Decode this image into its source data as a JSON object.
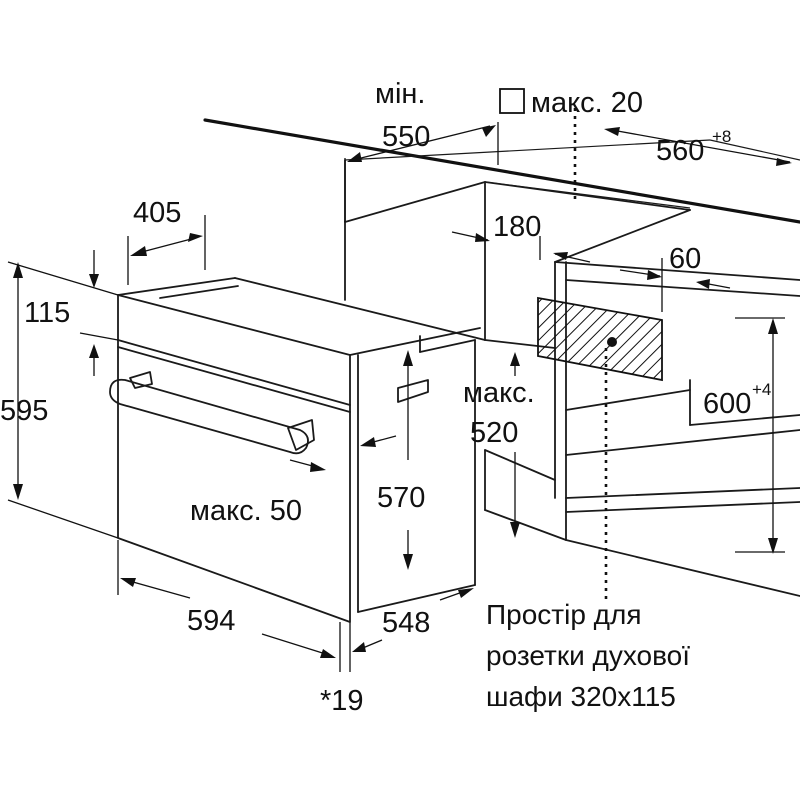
{
  "diagram": {
    "labels": {
      "min_label": "мін.",
      "min_value": "550",
      "max20": "макс. 20",
      "w560": "560",
      "w560_tol": "+8",
      "d405": "405",
      "h115": "115",
      "d180": "180",
      "d60": "60",
      "h595": "595",
      "max_label": "макс.",
      "max_value": "520",
      "h600": "600",
      "h600_tol": "+4",
      "h570": "570",
      "max50": "макс. 50",
      "w594": "594",
      "d548": "548",
      "note19": "*19",
      "socket_line1": "Простір для",
      "socket_line2": "розетки духової",
      "socket_line3": "шафи 320x115"
    }
  }
}
